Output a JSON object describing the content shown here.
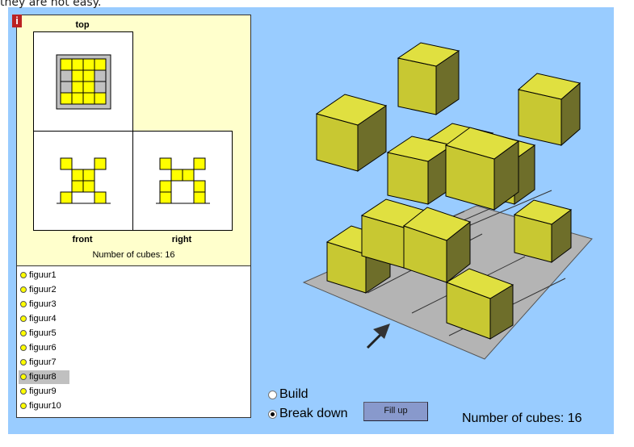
{
  "caption": "they are not easy.",
  "views": {
    "top": "top",
    "front": "front",
    "right": "right",
    "count": "Number of cubes: 16"
  },
  "top_grid": [
    [
      1,
      1,
      1,
      1
    ],
    [
      0,
      1,
      1,
      0
    ],
    [
      0,
      1,
      1,
      0
    ],
    [
      1,
      1,
      1,
      1
    ]
  ],
  "front_grid": [
    [
      1,
      0,
      0,
      1
    ],
    [
      0,
      1,
      1,
      0
    ],
    [
      0,
      1,
      1,
      0
    ],
    [
      1,
      0,
      0,
      1
    ]
  ],
  "right_grid": [
    [
      1,
      0,
      0,
      1
    ],
    [
      0,
      1,
      1,
      0
    ],
    [
      1,
      0,
      0,
      1
    ],
    [
      1,
      0,
      0,
      1
    ]
  ],
  "figures": [
    "figuur1",
    "figuur2",
    "figuur3",
    "figuur4",
    "figuur5",
    "figuur6",
    "figuur7",
    "figuur8",
    "figuur9",
    "figuur10"
  ],
  "selected_figure": "figuur8",
  "controls": {
    "build": "Build",
    "break_down": "Break down",
    "mode": "Break down",
    "fill_up": "Fill up",
    "count": "Number of cubes: 16"
  },
  "colors": {
    "background": "#99ccff",
    "panel": "#ffffcc",
    "cube": "#e0e040",
    "floor": "#b4b4b4"
  }
}
